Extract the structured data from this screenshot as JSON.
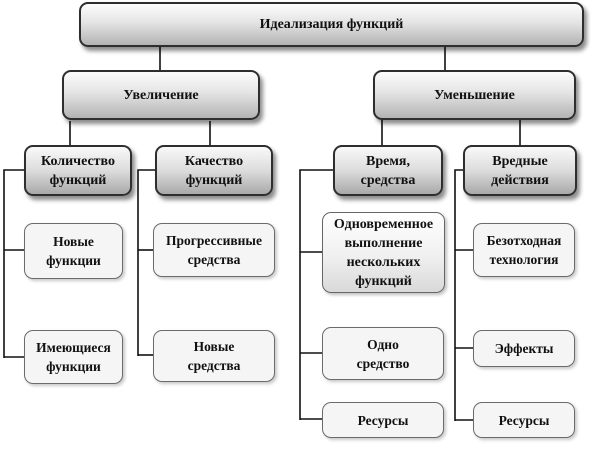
{
  "root": {
    "label": "Идеализация функций"
  },
  "branches": {
    "increase": {
      "label": "Увеличение",
      "quantity": {
        "label": "Количество\nфункций",
        "children": [
          "Новые\nфункции",
          "Имеющиеся\nфункции"
        ]
      },
      "quality": {
        "label": "Качество\nфункций",
        "children": [
          "Прогрессивные\nсредства",
          "Новые\nсредства"
        ]
      }
    },
    "decrease": {
      "label": "Уменьшение",
      "time": {
        "label": "Время,\nсредства",
        "children": [
          "Одновременное\nвыполнение\nнескольких\nфункций",
          "Одно\nсредство",
          "Ресурсы"
        ]
      },
      "harmful": {
        "label": "Вредные\nдействия",
        "children": [
          "Безотходная\nтехнология",
          "Эффекты",
          "Ресурсы"
        ]
      }
    }
  }
}
